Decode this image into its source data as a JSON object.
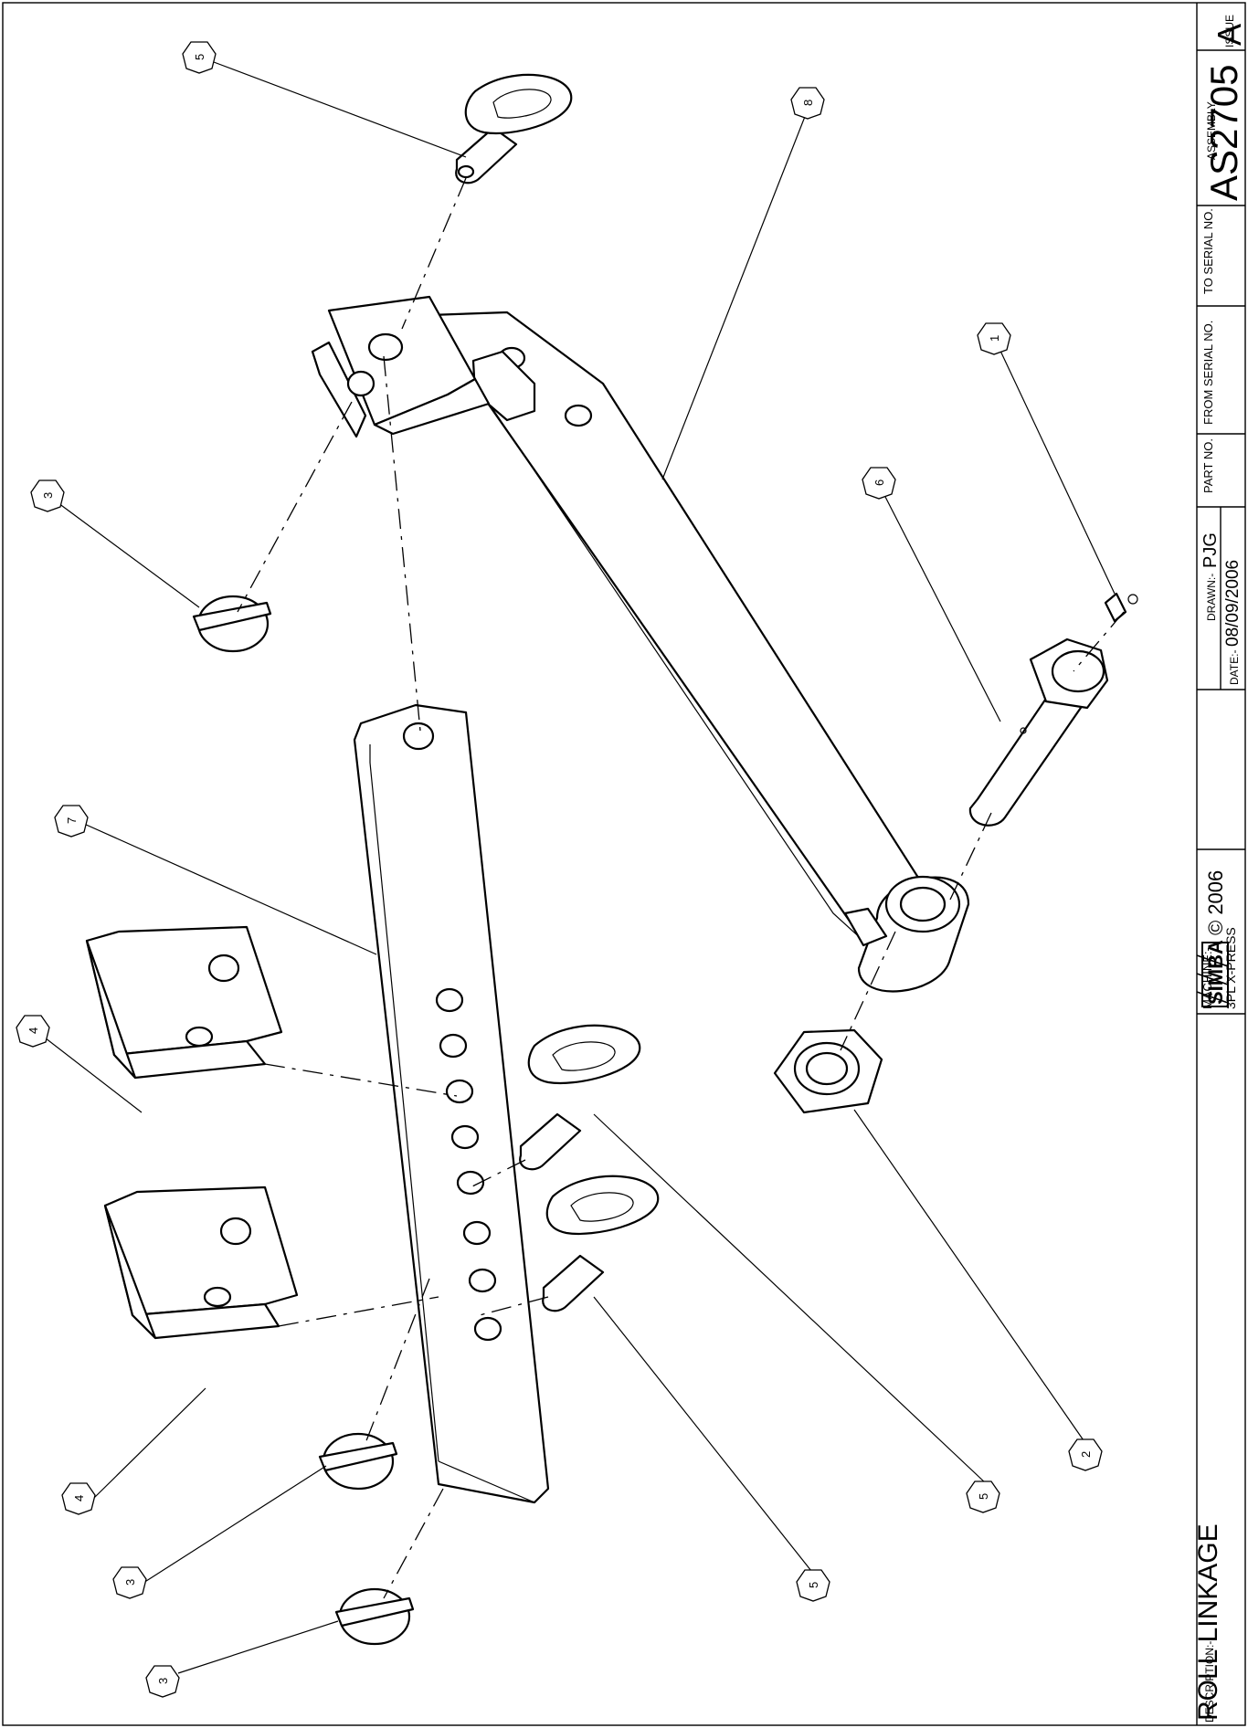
{
  "title_block": {
    "issue_label": "ISSUE",
    "issue": "A",
    "assembly_label": "ASSEMBLY",
    "assembly_no": "AS2705",
    "to_serial_label": "TO SERIAL NO.",
    "from_serial_label": "FROM SERIAL NO.",
    "part_no_label": "PART NO.",
    "drawn_label": "DRAWN:-",
    "drawn_by": "PJG",
    "date_label": "DATE:-",
    "date": "08/09/2006",
    "copyright": "© 2006",
    "logo_text": "SIMBA",
    "machine_label": "MACHINE:-",
    "machine": "3PL X-PRESS",
    "description_label": "DESCRIPTION:-",
    "description": "ROLL LINKAGE"
  },
  "balloons": [
    {
      "id": "b5-top",
      "num": "5"
    },
    {
      "id": "b8",
      "num": "8"
    },
    {
      "id": "b1",
      "num": "1"
    },
    {
      "id": "b6",
      "num": "6"
    },
    {
      "id": "b3-top",
      "num": "3"
    },
    {
      "id": "b7",
      "num": "7"
    },
    {
      "id": "b4-top",
      "num": "4"
    },
    {
      "id": "b2",
      "num": "2"
    },
    {
      "id": "b5-mid",
      "num": "5"
    },
    {
      "id": "b5-bot",
      "num": "5"
    },
    {
      "id": "b4-bot",
      "num": "4"
    },
    {
      "id": "b3-mid",
      "num": "3"
    },
    {
      "id": "b3-bot",
      "num": "3"
    }
  ]
}
